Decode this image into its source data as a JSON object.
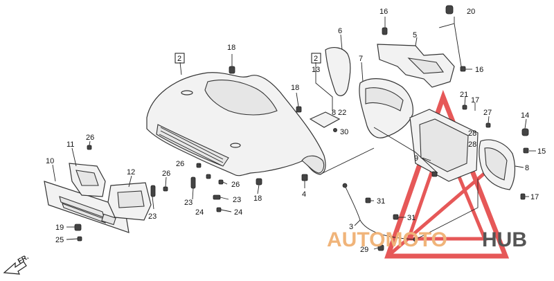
{
  "callouts": [
    {
      "id": "c2a",
      "text": "2",
      "boxed": true
    },
    {
      "id": "c2b",
      "text": "2",
      "boxed": true
    },
    {
      "id": "c3",
      "text": "3"
    },
    {
      "id": "c4",
      "text": "4"
    },
    {
      "id": "c5",
      "text": "5"
    },
    {
      "id": "c6",
      "text": "6"
    },
    {
      "id": "c7",
      "text": "7"
    },
    {
      "id": "c8",
      "text": "8"
    },
    {
      "id": "c8b",
      "text": "8"
    },
    {
      "id": "c9",
      "text": "9"
    },
    {
      "id": "c10",
      "text": "10"
    },
    {
      "id": "c11",
      "text": "11"
    },
    {
      "id": "c12",
      "text": "12"
    },
    {
      "id": "c13",
      "text": "13"
    },
    {
      "id": "c14",
      "text": "14"
    },
    {
      "id": "c15",
      "text": "15"
    },
    {
      "id": "c16a",
      "text": "16"
    },
    {
      "id": "c16b",
      "text": "16"
    },
    {
      "id": "c17a",
      "text": "17"
    },
    {
      "id": "c17b",
      "text": "17"
    },
    {
      "id": "c18a",
      "text": "18"
    },
    {
      "id": "c18b",
      "text": "18"
    },
    {
      "id": "c18c",
      "text": "18"
    },
    {
      "id": "c19",
      "text": "19"
    },
    {
      "id": "c20",
      "text": "20"
    },
    {
      "id": "c21",
      "text": "21"
    },
    {
      "id": "c22",
      "text": "22"
    },
    {
      "id": "c23a",
      "text": "23"
    },
    {
      "id": "c23b",
      "text": "23"
    },
    {
      "id": "c23c",
      "text": "23"
    },
    {
      "id": "c24a",
      "text": "24"
    },
    {
      "id": "c24b",
      "text": "24"
    },
    {
      "id": "c25",
      "text": "25"
    },
    {
      "id": "c26a",
      "text": "26"
    },
    {
      "id": "c26b",
      "text": "26"
    },
    {
      "id": "c26c",
      "text": "26"
    },
    {
      "id": "c26d",
      "text": "26"
    },
    {
      "id": "c27",
      "text": "27"
    },
    {
      "id": "c28a",
      "text": "28"
    },
    {
      "id": "c28b",
      "text": "28"
    },
    {
      "id": "c29",
      "text": "29"
    },
    {
      "id": "c30",
      "text": "30"
    },
    {
      "id": "c31a",
      "text": "31"
    },
    {
      "id": "c31b",
      "text": "31"
    }
  ],
  "direction_label": "FR.",
  "watermark": {
    "part1": "AUTOMOTO",
    "part2": "HUB",
    "color1": "#f0b47a",
    "color2": "#555555",
    "triangle_color": "#e23b3b"
  }
}
